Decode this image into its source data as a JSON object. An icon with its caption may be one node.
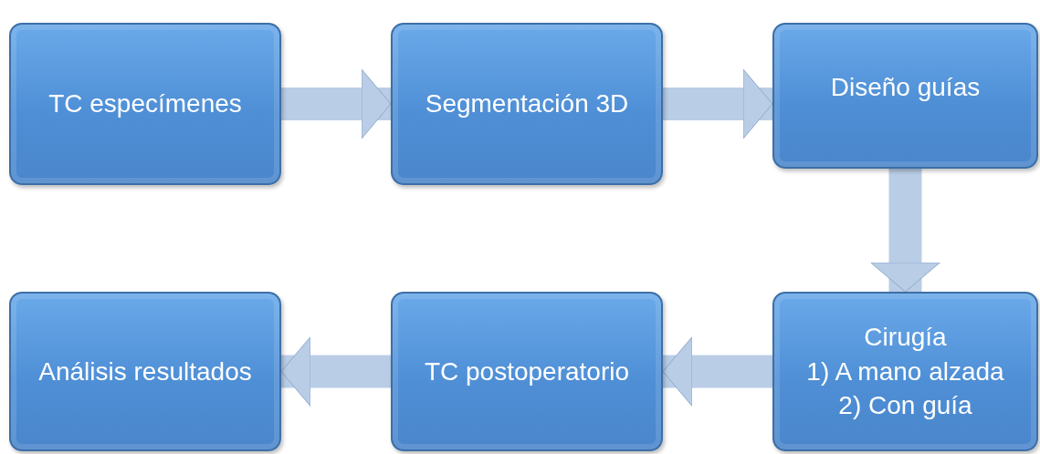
{
  "diagram": {
    "nodes": [
      {
        "text": [
          "TC especímenes"
        ]
      },
      {
        "text": [
          "Segmentación 3D"
        ]
      },
      {
        "text": [
          "Diseño guías"
        ]
      },
      {
        "text": [
          "Análisis resultados"
        ]
      },
      {
        "text": [
          "TC postoperatorio"
        ]
      },
      {
        "text": [
          "Cirugía",
          "1) A mano alzada",
          "2) Con guía"
        ]
      }
    ],
    "edges": [
      {
        "from": 0,
        "to": 1,
        "arrow": "to"
      },
      {
        "from": 1,
        "to": 2,
        "arrow": "to"
      },
      {
        "from": 2,
        "to": 5,
        "arrow": "to"
      },
      {
        "from": 5,
        "to": 4,
        "arrow": "to"
      },
      {
        "from": 4,
        "to": 3,
        "arrow": "to"
      }
    ]
  }
}
